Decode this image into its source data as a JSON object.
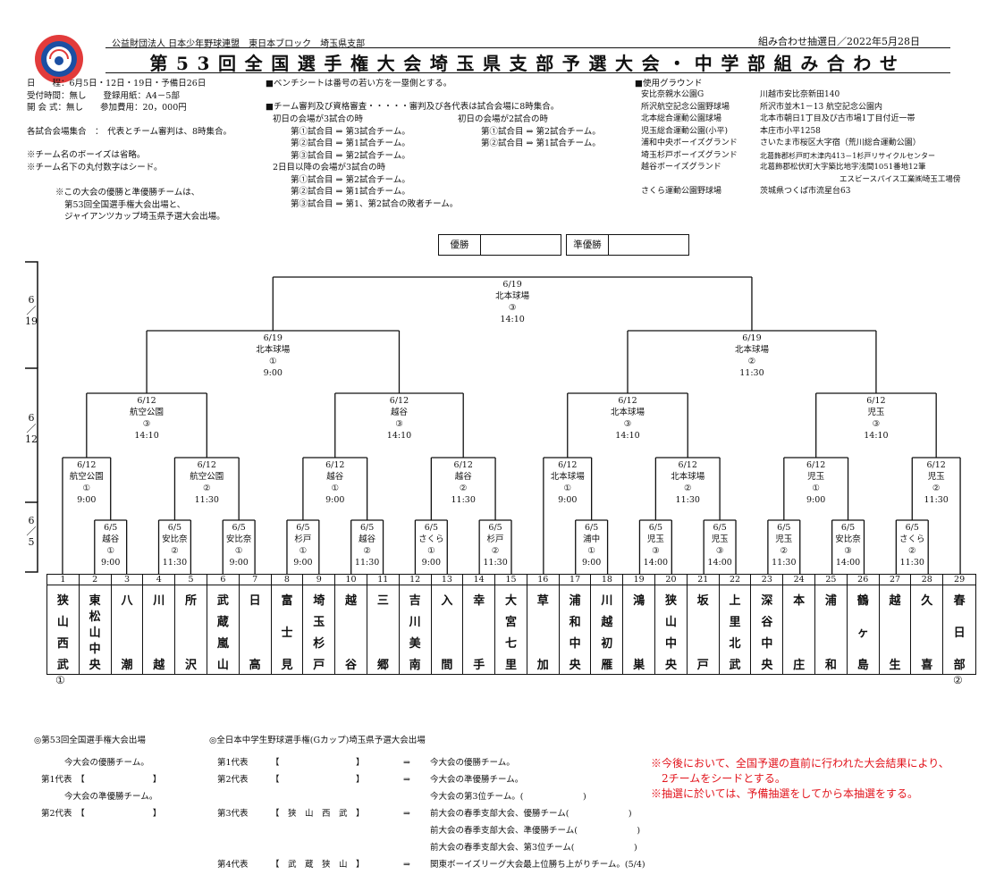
{
  "header": {
    "org": "公益財団法人 日本少年野球連盟　東日本ブロック　埼玉県支部",
    "draw_date": "組み合わせ抽選日／2022年5月28日",
    "title": "第53回全国選手権大会埼玉県支部予選大会・中学部組み合わせ"
  },
  "info_left": [
    "日　　程：6月5日・12日・19日・予備日26日",
    "受付時間：無し　　登録用紙：A4－5部",
    "開 会 式：無し　　参加費用：20，000円",
    "",
    "各試合会場集合　：　代表とチーム審判は、8時集合。",
    "",
    "※チーム名のボーイズは省略。",
    "※チーム名下の丸付数字はシード。"
  ],
  "info_left_note": [
    "※この大会の優勝と準優勝チームは、",
    "第53回全国選手権大会出場と、",
    "ジャイアンツカップ埼玉県予選大会出場。"
  ],
  "info_mid": {
    "bench": "■ベンチシートは番号の若い方を一塁側とする。",
    "referee": "■チーム審判及び資格審査・・・・・審判及び各代表は試合会場に8時集合。",
    "col1_title": "初日の会場が3試合の時",
    "col1": [
      "第①試合目 ⇒ 第3試合チーム。",
      "第②試合目 ⇒ 第1試合チーム。",
      "第③試合目 ⇒ 第2試合チーム。"
    ],
    "col2_title": "初日の会場が2試合の時",
    "col2": [
      "第①試合目 ⇒ 第2試合チーム。",
      "第②試合目 ⇒ 第1試合チーム。"
    ],
    "col3_title": "2日目以降の会場が3試合の時",
    "col3": [
      "第①試合目 ⇒ 第2試合チーム。",
      "第②試合目 ⇒ 第1試合チーム。",
      "第③試合目 ⇒ 第1、第2試合の敗者チーム。"
    ]
  },
  "grounds": {
    "title": "■使用グラウンド",
    "items": [
      {
        "name": "安比奈親水公園G",
        "addr": "川越市安比奈新田140"
      },
      {
        "name": "所沢航空記念公園野球場",
        "addr": "所沢市並木1－13 航空記念公園内"
      },
      {
        "name": "北本総合運動公園球場",
        "addr": "北本市朝日1丁目及び古市場1丁目付近一帯"
      },
      {
        "name": "児玉総合運動公園(小平)",
        "addr": "本庄市小平1258"
      },
      {
        "name": "浦和中央ボーイズグランド",
        "addr": "さいたま市桜区大字宿（荒川総合運動公園）"
      },
      {
        "name": "埼玉杉戸ボーイズグランド",
        "addr": "北葛飾郡杉戸町木津内413－1杉戸リサイクルセンター"
      },
      {
        "name": "越谷ボーイズグランド",
        "addr": "北葛飾郡松伏町大字築比地字浅間1051番地12筆"
      },
      {
        "name": "",
        "addr": "エスビースパイス工業㈱埼玉工場傍"
      },
      {
        "name": "さくら運動公園野球場",
        "addr": "茨城県つくば市流星台63"
      }
    ]
  },
  "boxes": {
    "winner": "優勝",
    "runner_up": "準優勝"
  },
  "days": [
    "6／19",
    "6／12",
    "6／5"
  ],
  "matches": {
    "final": [
      "6/19",
      "北本球場",
      "③",
      "14:10"
    ],
    "sf_left": [
      "6/19",
      "北本球場",
      "①",
      "9:00"
    ],
    "sf_right": [
      "6/19",
      "北本球場",
      "②",
      "11:30"
    ],
    "qf1": [
      "6/12",
      "航空公園",
      "③",
      "14:10"
    ],
    "qf2": [
      "6/12",
      "越谷",
      "③",
      "14:10"
    ],
    "qf3": [
      "6/12",
      "北本球場",
      "③",
      "14:10"
    ],
    "qf4": [
      "6/12",
      "児玉",
      "③",
      "14:10"
    ],
    "r2_1": [
      "6/12",
      "航空公園",
      "①",
      "9:00"
    ],
    "r2_2": [
      "6/12",
      "航空公園",
      "②",
      "11:30"
    ],
    "r2_3": [
      "6/12",
      "越谷",
      "①",
      "9:00"
    ],
    "r2_4": [
      "6/12",
      "越谷",
      "②",
      "11:30"
    ],
    "r2_5": [
      "6/12",
      "北本球場",
      "①",
      "9:00"
    ],
    "r2_6": [
      "6/12",
      "北本球場",
      "②",
      "11:30"
    ],
    "r2_7": [
      "6/12",
      "児玉",
      "①",
      "9:00"
    ],
    "r2_8": [
      "6/12",
      "児玉",
      "②",
      "11:30"
    ],
    "r1_1": [
      "6/5",
      "越谷",
      "①",
      "9:00"
    ],
    "r1_2": [
      "6/5",
      "安比奈",
      "②",
      "11:30"
    ],
    "r1_3": [
      "6/5",
      "安比奈",
      "①",
      "9:00"
    ],
    "r1_4": [
      "6/5",
      "杉戸",
      "①",
      "9:00"
    ],
    "r1_5": [
      "6/5",
      "越谷",
      "②",
      "11:30"
    ],
    "r1_6": [
      "6/5",
      "さくら",
      "①",
      "9:00"
    ],
    "r1_7": [
      "6/5",
      "杉戸",
      "②",
      "11:30"
    ],
    "r1_8": [
      "6/5",
      "浦中",
      "①",
      "9:00"
    ],
    "r1_9": [
      "6/5",
      "児玉",
      "③",
      "14:00"
    ],
    "r1_10": [
      "6/5",
      "児玉",
      "③",
      "14:00"
    ],
    "r1_11": [
      "6/5",
      "児玉",
      "②",
      "11:30"
    ],
    "r1_12": [
      "6/5",
      "安比奈",
      "③",
      "14:00"
    ],
    "r1_13": [
      "6/5",
      "さくら",
      "②",
      "11:30"
    ]
  },
  "teams": [
    {
      "num": "1",
      "chars": [
        "狭",
        "山",
        "西",
        "武"
      ]
    },
    {
      "num": "2",
      "chars": [
        "東",
        "松",
        "山",
        "中",
        "央"
      ]
    },
    {
      "num": "3",
      "chars": [
        "八",
        "",
        "",
        "潮"
      ]
    },
    {
      "num": "4",
      "chars": [
        "川",
        "",
        "",
        "越"
      ]
    },
    {
      "num": "5",
      "chars": [
        "所",
        "",
        "",
        "沢"
      ]
    },
    {
      "num": "6",
      "chars": [
        "武",
        "蔵",
        "嵐",
        "山"
      ]
    },
    {
      "num": "7",
      "chars": [
        "日",
        "",
        "",
        "高"
      ]
    },
    {
      "num": "8",
      "chars": [
        "富",
        "士",
        "見"
      ]
    },
    {
      "num": "9",
      "chars": [
        "埼",
        "玉",
        "杉",
        "戸"
      ]
    },
    {
      "num": "10",
      "chars": [
        "越",
        "",
        "",
        "谷"
      ]
    },
    {
      "num": "11",
      "chars": [
        "三",
        "",
        "",
        "郷"
      ]
    },
    {
      "num": "12",
      "chars": [
        "吉",
        "川",
        "美",
        "南"
      ]
    },
    {
      "num": "13",
      "chars": [
        "入",
        "",
        "",
        "間"
      ]
    },
    {
      "num": "14",
      "chars": [
        "幸",
        "",
        "",
        "手"
      ]
    },
    {
      "num": "15",
      "chars": [
        "大",
        "宮",
        "七",
        "里"
      ]
    },
    {
      "num": "16",
      "chars": [
        "草",
        "",
        "",
        "加"
      ]
    },
    {
      "num": "17",
      "chars": [
        "浦",
        "和",
        "中",
        "央"
      ]
    },
    {
      "num": "18",
      "chars": [
        "川",
        "越",
        "初",
        "雁"
      ]
    },
    {
      "num": "19",
      "chars": [
        "鴻",
        "",
        "",
        "巣"
      ]
    },
    {
      "num": "20",
      "chars": [
        "狭",
        "山",
        "中",
        "央"
      ]
    },
    {
      "num": "21",
      "chars": [
        "坂",
        "",
        "",
        "戸"
      ]
    },
    {
      "num": "22",
      "chars": [
        "上",
        "里",
        "北",
        "武"
      ]
    },
    {
      "num": "23",
      "chars": [
        "深",
        "谷",
        "中",
        "央"
      ]
    },
    {
      "num": "24",
      "chars": [
        "本",
        "",
        "",
        "庄"
      ]
    },
    {
      "num": "25",
      "chars": [
        "浦",
        "",
        "",
        "和"
      ]
    },
    {
      "num": "26",
      "chars": [
        "鶴",
        "ヶ",
        "島"
      ]
    },
    {
      "num": "27",
      "chars": [
        "越",
        "",
        "",
        "生"
      ]
    },
    {
      "num": "28",
      "chars": [
        "久",
        "",
        "",
        "喜"
      ]
    },
    {
      "num": "29",
      "chars": [
        "春",
        "日",
        "部"
      ]
    }
  ],
  "seeds": {
    "left": "①",
    "right": "②"
  },
  "footer": {
    "national_title": "◎第53回全国選手権大会出場",
    "national_lines": [
      "今大会の優勝チーム。",
      "第1代表　【　　　　　　　　】",
      "今大会の準優勝チーム。",
      "第2代表　【　　　　　　　　】"
    ],
    "gcup_title": "◎全日本中学生野球選手権(Gカップ)埼玉県予選大会出場",
    "gcup_rows": [
      {
        "label": "第1代表",
        "team": "【　　　　　　　　　】",
        "arrow": "⇒",
        "desc": "今大会の優勝チーム。"
      },
      {
        "label": "第2代表",
        "team": "【　　　　　　　　　】",
        "arrow": "⇒",
        "desc": "今大会の準優勝チーム。"
      },
      {
        "label": "",
        "team": "",
        "arrow": "",
        "desc": "今大会の第3位チーム。(　　　　　　　)"
      },
      {
        "label": "第3代表",
        "team": "【　狭　山　西　武　】",
        "arrow": "⇒",
        "desc": "前大会の春季支部大会、優勝チーム(　　　　　　　)"
      },
      {
        "label": "",
        "team": "",
        "arrow": "",
        "desc": "前大会の春季支部大会、準優勝チーム(　　　　　　　)"
      },
      {
        "label": "",
        "team": "",
        "arrow": "",
        "desc": "前大会の春季支部大会、第3位チーム(　　　　　　　)"
      },
      {
        "label": "第4代表",
        "team": "【　武　蔵　狭　山　】",
        "arrow": "⇒",
        "desc": "関東ボーイズリーグ大会最上位勝ち上がりチーム。(5/4)"
      }
    ],
    "notice": [
      "※今後において、全国予選の直前に行われた大会結果により、",
      "　2チームをシードとする。",
      "※抽選に於いては、予備抽選をしてから本抽選をする。"
    ]
  }
}
